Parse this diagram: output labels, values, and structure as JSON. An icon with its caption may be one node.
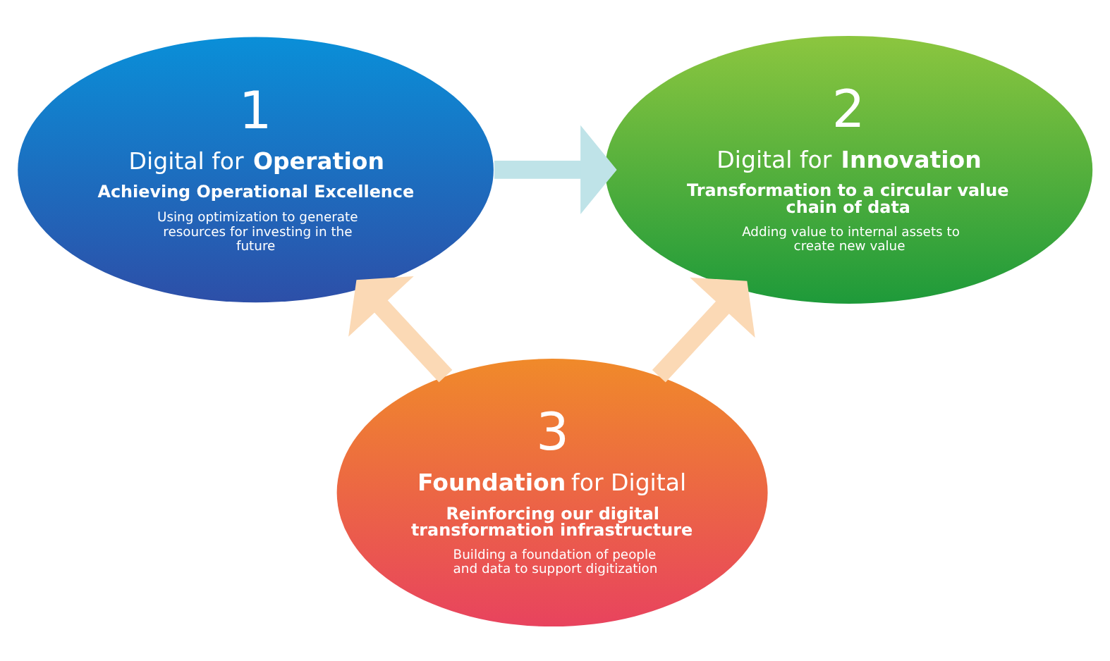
{
  "diagram": {
    "nodes": [
      {
        "text": [
          "1",
          "Digital for **Operation**",
          "Achieving Operational Excellence",
          "Using optimization to generate resources for investing in the future"
        ]
      },
      {
        "text": [
          "2",
          "Digital for **Innovation**",
          "Transformation to a circular value chain of data",
          "Adding value to internal assets to create new value"
        ]
      },
      {
        "text": [
          "3",
          "**Foundation** for Digital",
          "Reinforcing our digital transformation infrastructure",
          "Building a foundation of people and data to support digitization"
        ]
      }
    ],
    "edges": [
      {
        "from": 0,
        "to": 1,
        "arrow": "to",
        "color": "#bfe3e8"
      },
      {
        "from": 2,
        "to": 0,
        "arrow": "to"
      },
      {
        "from": 2,
        "to": 1,
        "arrow": "to"
      }
    ]
  }
}
